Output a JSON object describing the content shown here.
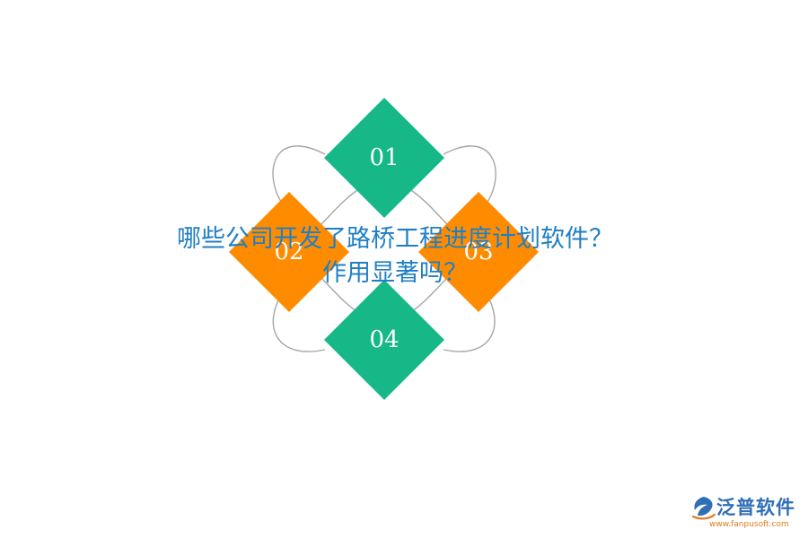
{
  "title_lines": [
    "哪些公司开发了路桥工程进度计划软件？",
    "作用显著吗？"
  ],
  "nodes": [
    {
      "label": "01",
      "color": "#17b888"
    },
    {
      "label": "02",
      "color": "#ff8c00"
    },
    {
      "label": "03",
      "color": "#ff8c00"
    },
    {
      "label": "04",
      "color": "#17b888"
    }
  ],
  "ring_color": "#a6a6a6",
  "logo": {
    "name": "泛普软件",
    "url": "www.fanpusoft.com"
  }
}
